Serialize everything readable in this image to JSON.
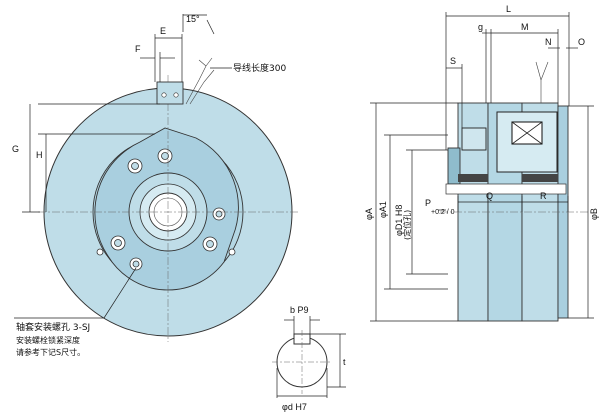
{
  "front_view": {
    "angle": "15°",
    "dim_E": "E",
    "dim_F": "F",
    "dim_G": "G",
    "dim_H": "H",
    "lead_wire_note": "导线长度300",
    "hole_note_line1": "轴套安装螺孔 3-SJ",
    "hole_note_line2": "安装螺栓锁紧深度",
    "hole_note_line3": "请参考下记S尺寸。"
  },
  "side_view": {
    "dim_L": "L",
    "dim_M": "M",
    "dim_g": "g",
    "dim_S": "S",
    "dim_N": "N",
    "dim_O": "O",
    "dim_Q": "Q",
    "dim_R": "R",
    "dim_P": "P",
    "dim_P_tol": "+0.2 / 0",
    "dim_phiA": "φA",
    "dim_phiA1": "φA1",
    "dim_phiD1": "φD1 H8",
    "dim_phiD1_note": "(定位孔)",
    "dim_phiB": "φB"
  },
  "shaft_detail": {
    "dim_b": "b P9",
    "dim_t": "t",
    "dim_d": "φd H7"
  },
  "colors": {
    "body_fill": "#bfdde8",
    "body_stroke": "#333333",
    "hub_fill": "#a9cfdf",
    "dark": "#222222"
  }
}
